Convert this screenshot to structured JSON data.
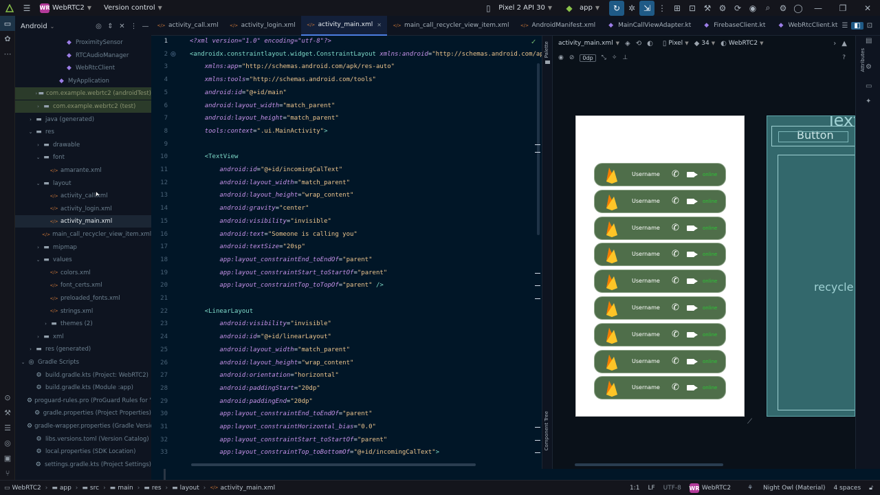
{
  "titlebar": {
    "project_badge": "WR",
    "project_name": "WebRTC2",
    "vcs": "Version control",
    "device": "Pixel 2 API 30",
    "run_config": "app"
  },
  "project_pane": {
    "view_mode": "Android",
    "tree": [
      {
        "label": "ProximitySensor",
        "type": "kt",
        "depth": 5,
        "state": ""
      },
      {
        "label": "RTCAudioManager",
        "type": "kt",
        "depth": 5,
        "state": ""
      },
      {
        "label": "WebRtcClient",
        "type": "kt",
        "depth": 5,
        "state": ""
      },
      {
        "label": "MyApplication",
        "type": "kt",
        "depth": 4,
        "state": ""
      },
      {
        "label": "com.example.webrtc2 (androidTest)",
        "type": "folder",
        "depth": 2,
        "state": "highlight"
      },
      {
        "label": "com.example.webrtc2 (test)",
        "type": "folder",
        "depth": 2,
        "state": "highlight"
      },
      {
        "label": "java (generated)",
        "type": "folder",
        "depth": 1,
        "state": ""
      },
      {
        "label": "res",
        "type": "folder",
        "depth": 1,
        "state": ""
      },
      {
        "label": "drawable",
        "type": "folder",
        "depth": 2,
        "state": ""
      },
      {
        "label": "font",
        "type": "folder",
        "depth": 2,
        "state": ""
      },
      {
        "label": "amarante.xml",
        "type": "xml",
        "depth": 3,
        "state": ""
      },
      {
        "label": "layout",
        "type": "folder",
        "depth": 2,
        "state": ""
      },
      {
        "label": "activity_call.xml",
        "type": "xml",
        "depth": 3,
        "state": ""
      },
      {
        "label": "activity_login.xml",
        "type": "xml",
        "depth": 3,
        "state": ""
      },
      {
        "label": "activity_main.xml",
        "type": "xml",
        "depth": 3,
        "state": "selected"
      },
      {
        "label": "main_call_recycler_view_item.xml",
        "type": "xml",
        "depth": 3,
        "state": ""
      },
      {
        "label": "mipmap",
        "type": "folder",
        "depth": 2,
        "state": ""
      },
      {
        "label": "values",
        "type": "folder",
        "depth": 2,
        "state": ""
      },
      {
        "label": "colors.xml",
        "type": "xml",
        "depth": 3,
        "state": ""
      },
      {
        "label": "font_certs.xml",
        "type": "xml",
        "depth": 3,
        "state": ""
      },
      {
        "label": "preloaded_fonts.xml",
        "type": "xml",
        "depth": 3,
        "state": ""
      },
      {
        "label": "strings.xml",
        "type": "xml",
        "depth": 3,
        "state": ""
      },
      {
        "label": "themes (2)",
        "type": "folder",
        "depth": 3,
        "state": ""
      },
      {
        "label": "xml",
        "type": "folder",
        "depth": 2,
        "state": ""
      },
      {
        "label": "res (generated)",
        "type": "folder",
        "depth": 1,
        "state": ""
      },
      {
        "label": "Gradle Scripts",
        "type": "grad",
        "depth": 0,
        "state": ""
      },
      {
        "label": "build.gradle.kts (Project: WebRTC2)",
        "type": "grad",
        "depth": 1,
        "state": ""
      },
      {
        "label": "build.gradle.kts (Module :app)",
        "type": "grad",
        "depth": 1,
        "state": ""
      },
      {
        "label": "proguard-rules.pro (ProGuard Rules for \":ap",
        "type": "grad",
        "depth": 1,
        "state": ""
      },
      {
        "label": "gradle.properties (Project Properties)",
        "type": "grad",
        "depth": 1,
        "state": ""
      },
      {
        "label": "gradle-wrapper.properties (Gradle Version)",
        "type": "grad",
        "depth": 1,
        "state": ""
      },
      {
        "label": "libs.versions.toml (Version Catalog)",
        "type": "grad",
        "depth": 1,
        "state": ""
      },
      {
        "label": "local.properties (SDK Location)",
        "type": "grad",
        "depth": 1,
        "state": ""
      },
      {
        "label": "settings.gradle.kts (Project Settings)",
        "type": "grad",
        "depth": 1,
        "state": ""
      }
    ]
  },
  "tabs": [
    {
      "label": "activity_call.xml",
      "type": "xml",
      "active": false
    },
    {
      "label": "activity_login.xml",
      "type": "xml",
      "active": false
    },
    {
      "label": "activity_main.xml",
      "type": "xml",
      "active": true
    },
    {
      "label": "main_call_recycler_view_item.xml",
      "type": "xml",
      "active": false
    },
    {
      "label": "AndroidManifest.xml",
      "type": "xml",
      "active": false
    },
    {
      "label": "MainCallViewAdapter.kt",
      "type": "kt",
      "active": false
    },
    {
      "label": "FirebaseClient.kt",
      "type": "kt",
      "active": false
    },
    {
      "label": "WebRtcClient.kt",
      "type": "kt",
      "active": false
    }
  ],
  "code": [
    [
      [
        "decl",
        "<?xml version=\"1.0\" encoding=\"utf-8\"?>"
      ]
    ],
    [
      [
        "tag",
        "<androidx.constraintlayout.widget.ConstraintLayout "
      ],
      [
        "attr",
        "xmlns:android"
      ],
      [
        "punc",
        "="
      ],
      [
        "str",
        "\"http://schemas.android.com/apk"
      ]
    ],
    [
      [
        "punc",
        "    "
      ],
      [
        "attr",
        "xmlns:app"
      ],
      [
        "punc",
        "="
      ],
      [
        "str",
        "\"http://schemas.android.com/apk/res-auto\""
      ]
    ],
    [
      [
        "punc",
        "    "
      ],
      [
        "attr",
        "xmlns:tools"
      ],
      [
        "punc",
        "="
      ],
      [
        "str",
        "\"http://schemas.android.com/tools\""
      ]
    ],
    [
      [
        "punc",
        "    "
      ],
      [
        "attr",
        "android:id"
      ],
      [
        "punc",
        "="
      ],
      [
        "str",
        "\"@+id/main\""
      ]
    ],
    [
      [
        "punc",
        "    "
      ],
      [
        "attr",
        "android:layout_width"
      ],
      [
        "punc",
        "="
      ],
      [
        "str",
        "\"match_parent\""
      ]
    ],
    [
      [
        "punc",
        "    "
      ],
      [
        "attr",
        "android:layout_height"
      ],
      [
        "punc",
        "="
      ],
      [
        "str",
        "\"match_parent\""
      ]
    ],
    [
      [
        "punc",
        "    "
      ],
      [
        "attr",
        "tools:context"
      ],
      [
        "punc",
        "="
      ],
      [
        "str",
        "\".ui.MainActivity\""
      ],
      [
        "tag",
        ">"
      ]
    ],
    [
      [
        "punc",
        ""
      ]
    ],
    [
      [
        "punc",
        "    "
      ],
      [
        "tag",
        "<TextView"
      ]
    ],
    [
      [
        "punc",
        "        "
      ],
      [
        "attr",
        "android:id"
      ],
      [
        "punc",
        "="
      ],
      [
        "str",
        "\"@+id/incomingCalText\""
      ]
    ],
    [
      [
        "punc",
        "        "
      ],
      [
        "attr",
        "android:layout_width"
      ],
      [
        "punc",
        "="
      ],
      [
        "str",
        "\"match_parent\""
      ]
    ],
    [
      [
        "punc",
        "        "
      ],
      [
        "attr",
        "android:layout_height"
      ],
      [
        "punc",
        "="
      ],
      [
        "str",
        "\"wrap_content\""
      ]
    ],
    [
      [
        "punc",
        "        "
      ],
      [
        "attr",
        "android:gravity"
      ],
      [
        "punc",
        "="
      ],
      [
        "str",
        "\"center\""
      ]
    ],
    [
      [
        "punc",
        "        "
      ],
      [
        "attr",
        "android:visibility"
      ],
      [
        "punc",
        "="
      ],
      [
        "str",
        "\"invisible\""
      ]
    ],
    [
      [
        "punc",
        "        "
      ],
      [
        "attr",
        "android:text"
      ],
      [
        "punc",
        "="
      ],
      [
        "str",
        "\"Someone is calling you\""
      ]
    ],
    [
      [
        "punc",
        "        "
      ],
      [
        "attr",
        "android:textSize"
      ],
      [
        "punc",
        "="
      ],
      [
        "str",
        "\"20sp\""
      ]
    ],
    [
      [
        "punc",
        "        "
      ],
      [
        "attr",
        "app:layout_constraintEnd_toEndOf"
      ],
      [
        "punc",
        "="
      ],
      [
        "str",
        "\"parent\""
      ]
    ],
    [
      [
        "punc",
        "        "
      ],
      [
        "attr",
        "app:layout_constraintStart_toStartOf"
      ],
      [
        "punc",
        "="
      ],
      [
        "str",
        "\"parent\""
      ]
    ],
    [
      [
        "punc",
        "        "
      ],
      [
        "attr",
        "app:layout_constraintTop_toTopOf"
      ],
      [
        "punc",
        "="
      ],
      [
        "str",
        "\"parent\""
      ],
      [
        "tag",
        " />"
      ]
    ],
    [
      [
        "punc",
        ""
      ]
    ],
    [
      [
        "punc",
        "    "
      ],
      [
        "tag",
        "<LinearLayout"
      ]
    ],
    [
      [
        "punc",
        "        "
      ],
      [
        "attr",
        "android:visibility"
      ],
      [
        "punc",
        "="
      ],
      [
        "str",
        "\"invisible\""
      ]
    ],
    [
      [
        "punc",
        "        "
      ],
      [
        "attr",
        "android:id"
      ],
      [
        "punc",
        "="
      ],
      [
        "str",
        "\"@+id/linearLayout\""
      ]
    ],
    [
      [
        "punc",
        "        "
      ],
      [
        "attr",
        "android:layout_width"
      ],
      [
        "punc",
        "="
      ],
      [
        "str",
        "\"match_parent\""
      ]
    ],
    [
      [
        "punc",
        "        "
      ],
      [
        "attr",
        "android:layout_height"
      ],
      [
        "punc",
        "="
      ],
      [
        "str",
        "\"wrap_content\""
      ]
    ],
    [
      [
        "punc",
        "        "
      ],
      [
        "attr",
        "android:orientation"
      ],
      [
        "punc",
        "="
      ],
      [
        "str",
        "\"horizontal\""
      ]
    ],
    [
      [
        "punc",
        "        "
      ],
      [
        "attr",
        "android:paddingStart"
      ],
      [
        "punc",
        "="
      ],
      [
        "str",
        "\"20dp\""
      ]
    ],
    [
      [
        "punc",
        "        "
      ],
      [
        "attr",
        "android:paddingEnd"
      ],
      [
        "punc",
        "="
      ],
      [
        "str",
        "\"20dp\""
      ]
    ],
    [
      [
        "punc",
        "        "
      ],
      [
        "attr",
        "app:layout_constraintEnd_toEndOf"
      ],
      [
        "punc",
        "="
      ],
      [
        "str",
        "\"parent\""
      ]
    ],
    [
      [
        "punc",
        "        "
      ],
      [
        "attr",
        "app:layout_constraintHorizontal_bias"
      ],
      [
        "punc",
        "="
      ],
      [
        "str",
        "\"0.0\""
      ]
    ],
    [
      [
        "punc",
        "        "
      ],
      [
        "attr",
        "app:layout_constraintStart_toStartOf"
      ],
      [
        "punc",
        "="
      ],
      [
        "str",
        "\"parent\""
      ]
    ],
    [
      [
        "punc",
        "        "
      ],
      [
        "attr",
        "app:layout_constraintTop_toBottomOf"
      ],
      [
        "punc",
        "="
      ],
      [
        "str",
        "\"@+id/incomingCalText\""
      ],
      [
        "tag",
        ">"
      ]
    ]
  ],
  "design": {
    "file": "activity_main.xml",
    "margin": "0dp",
    "device": "Pixel",
    "api": "34",
    "theme": "WebRTC2",
    "list_items": [
      {
        "username": "Username",
        "status": "online"
      },
      {
        "username": "Username",
        "status": "online"
      },
      {
        "username": "Username",
        "status": "online"
      },
      {
        "username": "Username",
        "status": "online"
      },
      {
        "username": "Username",
        "status": "online"
      },
      {
        "username": "Username",
        "status": "online"
      },
      {
        "username": "Username",
        "status": "online"
      },
      {
        "username": "Username",
        "status": "online"
      },
      {
        "username": "Username",
        "status": "online"
      }
    ],
    "blueprint": {
      "text_label": "Textv",
      "button_label": "Button",
      "recycler_label": "recycle"
    }
  },
  "side_labels": {
    "palette": "Palette",
    "component_tree": "Component Tree",
    "attributes": "Attributes"
  },
  "statusbar": {
    "breadcrumbs": [
      "WebRTC2",
      "app",
      "src",
      "main",
      "res",
      "layout",
      "activity_main.xml"
    ],
    "position": "1:1",
    "line_sep": "LF",
    "encoding": "UTF-8",
    "project_badge": "WR",
    "project": "WebRTC2",
    "theme": "Night Owl (Material)",
    "indent": "4 spaces"
  },
  "colors": {
    "editor_bg": "#011627",
    "list_item_bg": "#4f6e4a",
    "online": "#2bc735",
    "blueprint": "#33686c",
    "accent": "#4d7ee2"
  }
}
